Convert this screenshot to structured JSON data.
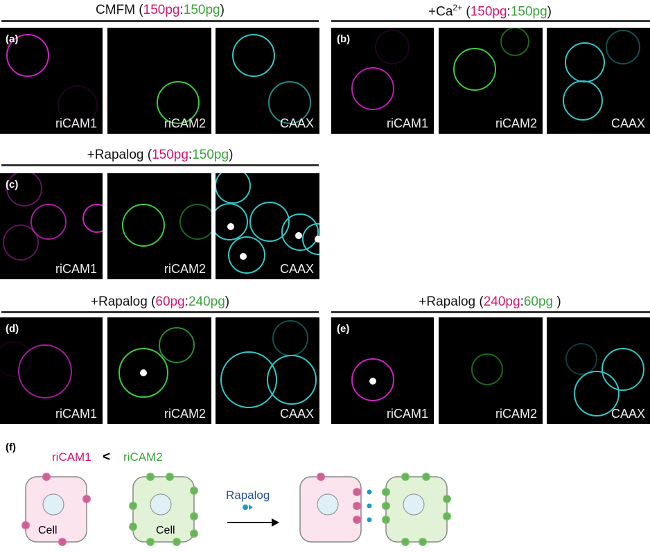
{
  "headers": [
    {
      "prefix": "CMFM (",
      "a": "150pg",
      "sep": ":",
      "b": "150pg",
      "suffix": ")"
    },
    {
      "prefix": "+Ca",
      "sup": "2+",
      "prefix2": " (",
      "a": "150pg",
      "sep": ":",
      "b": "150pg",
      "suffix": ")"
    },
    {
      "prefix": "+Rapalog (",
      "a": "150pg",
      "sep": ":",
      "b": "150pg",
      "suffix": ")"
    },
    {
      "prefix": "+Rapalog (",
      "a": "60pg",
      "sep": ":",
      "b": "240pg",
      "suffix": ")"
    },
    {
      "prefix": "+Rapalog (",
      "a": "240pg",
      "sep": ":",
      "b": "60pg ",
      "suffix": ")"
    }
  ],
  "panel_labels": [
    "(a)",
    "(b)",
    "(c)",
    "(d)",
    "(e)",
    "(f)"
  ],
  "channels": [
    "riCAM1",
    "riCAM2",
    "CAAX"
  ],
  "diagram": {
    "left": "riCAM1",
    "cmp": "<",
    "right": "riCAM2",
    "cell": "Cell",
    "drug": "Rapalog"
  },
  "colors": {
    "magenta": "#d4146e",
    "green": "#3aa23a",
    "cyan": "#2ec8c8"
  }
}
